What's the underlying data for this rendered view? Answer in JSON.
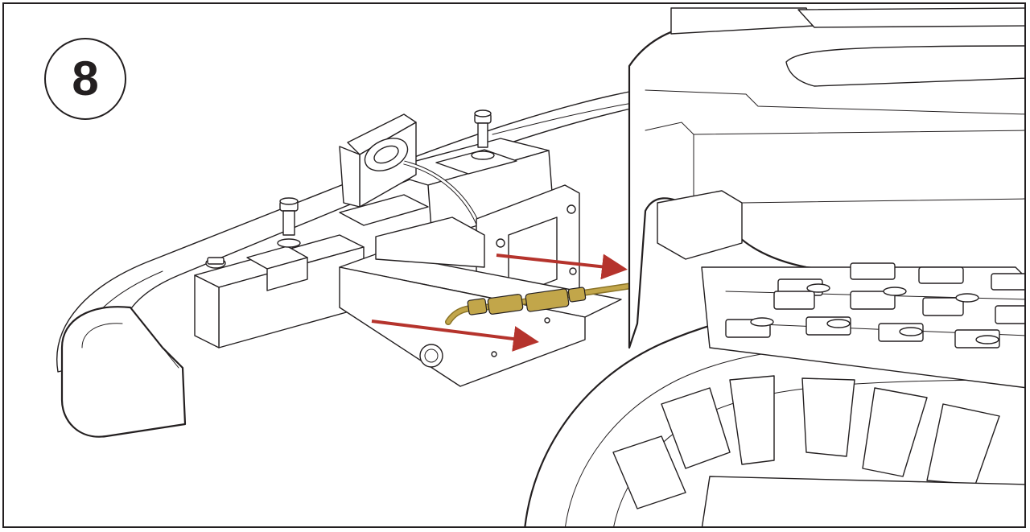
{
  "step": {
    "number": "8"
  },
  "colors": {
    "outline": "#231f20",
    "background": "#ffffff",
    "arrow": "#b5332c",
    "tube": "#c2a64a",
    "tube_dark": "#8a7327"
  },
  "arrows": {
    "count": 2,
    "direction": "right"
  }
}
